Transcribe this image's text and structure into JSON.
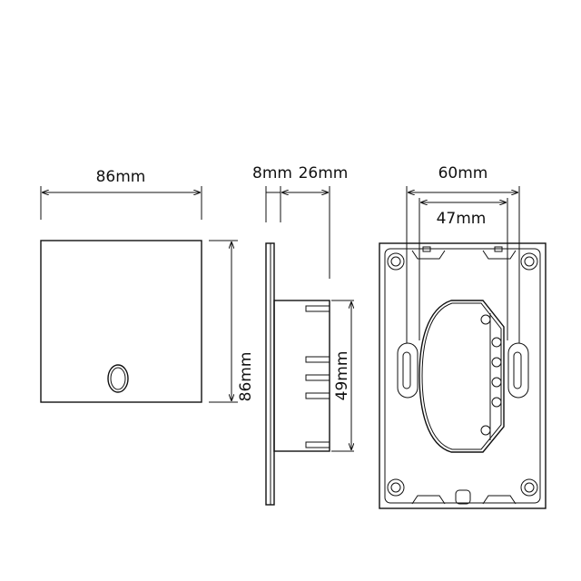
{
  "front_view": {
    "width_label": "86mm",
    "height_label": "86mm"
  },
  "side_view": {
    "plate_label": "8mm",
    "depth_label": "26mm",
    "body_height_label": "49mm"
  },
  "back_view": {
    "outer_label": "60mm",
    "inner_label": "47mm"
  },
  "colors": {
    "line": "#111111",
    "background": "#ffffff"
  }
}
